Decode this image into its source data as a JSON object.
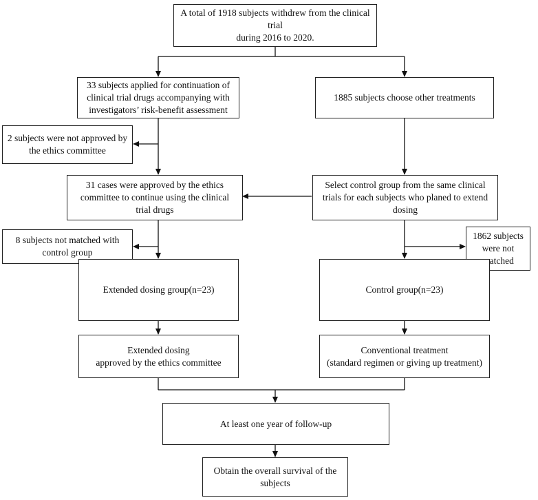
{
  "nodes": {
    "top": "A total of 1918 subjects withdrew from the clinical trial\nduring 2016 to 2020.",
    "applied": "33 subjects applied for continuation of\nclinical trial drugs accompanying with\ninvestigators’ risk-benefit assessment",
    "other": "1885 subjects choose other treatments",
    "not_approved": "2 subjects were not approved by\nthe ethics committee",
    "approved": "31 cases were approved by the ethics\ncommittee to continue using the clinical\ntrial drugs",
    "select_control": "Select control group from the same clinical\ntrials for each subjects who planed to extend\ndosing",
    "not_matched_8": "8 subjects not matched with\ncontrol group",
    "not_matched_1862": "1862 subjects\nwere not\nmatched",
    "extended_group": "Extended dosing group(n=23)",
    "control_group": "Control group(n=23)",
    "extended_dosing": "Extended dosing\napproved by the ethics committee",
    "conventional": "Conventional treatment\n(standard regimen or giving up treatment)",
    "followup": "At least one year of follow-up",
    "survival": "Obtain the overall survival of the\nsubjects"
  }
}
